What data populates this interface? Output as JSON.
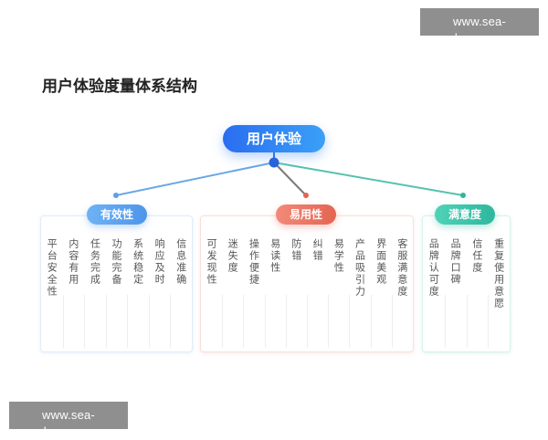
{
  "watermark": "www.sea-lang.com",
  "title": "用户体验度量体系结构",
  "root": "用户体验",
  "categories": [
    {
      "label": "有效性",
      "items": [
        "平台安全性",
        "内容有用",
        "任务完成",
        "功能完备",
        "系统稳定",
        "响应及时",
        "信息准确"
      ]
    },
    {
      "label": "易用性",
      "items": [
        "可发现性",
        "迷失度",
        "操作便捷",
        "易读性",
        "防错",
        "纠错",
        "易学性",
        "产品吸引力",
        "界面美观",
        "客服满意度"
      ]
    },
    {
      "label": "满意度",
      "items": [
        "品牌认可度",
        "品牌口碑",
        "信任度",
        "重复使用意愿"
      ]
    }
  ],
  "colors": {
    "root": "#2a6df0",
    "effectiveness": "#4e95ea",
    "usability": "#e46452",
    "satisfaction": "#2db79d",
    "connector_center": "#666666"
  }
}
